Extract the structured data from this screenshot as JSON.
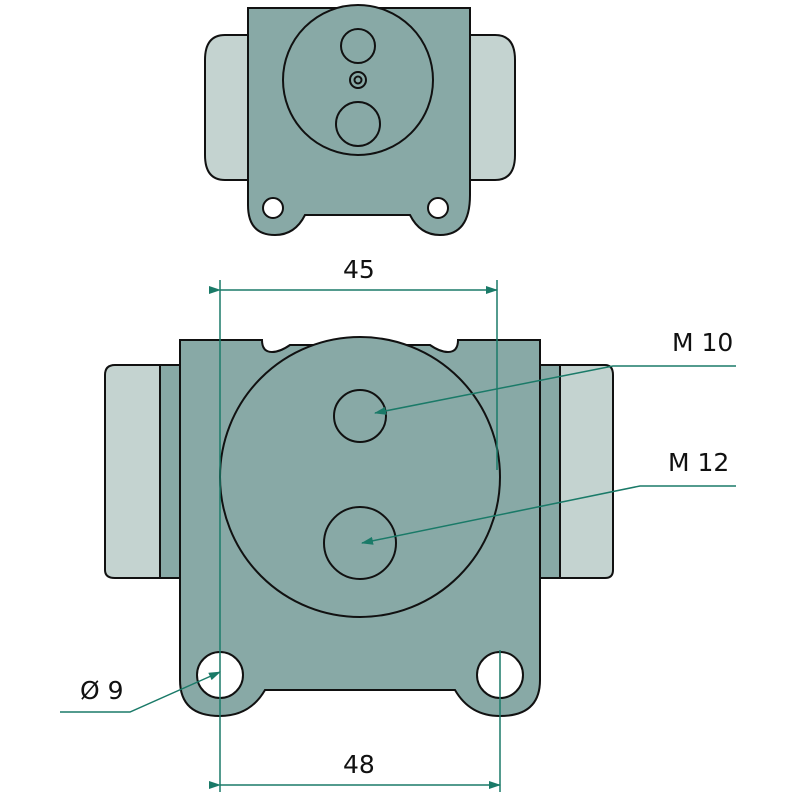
{
  "dimensions": {
    "top_width": "45",
    "bottom_width": "48",
    "thread_upper": "M 10",
    "thread_lower": "M 12",
    "hole_diameter": "Ø 9"
  },
  "colors": {
    "body": "#88a9a6",
    "sleeve": "#c4d3d0",
    "dimension": "#1a7a68",
    "outline": "#111111"
  }
}
